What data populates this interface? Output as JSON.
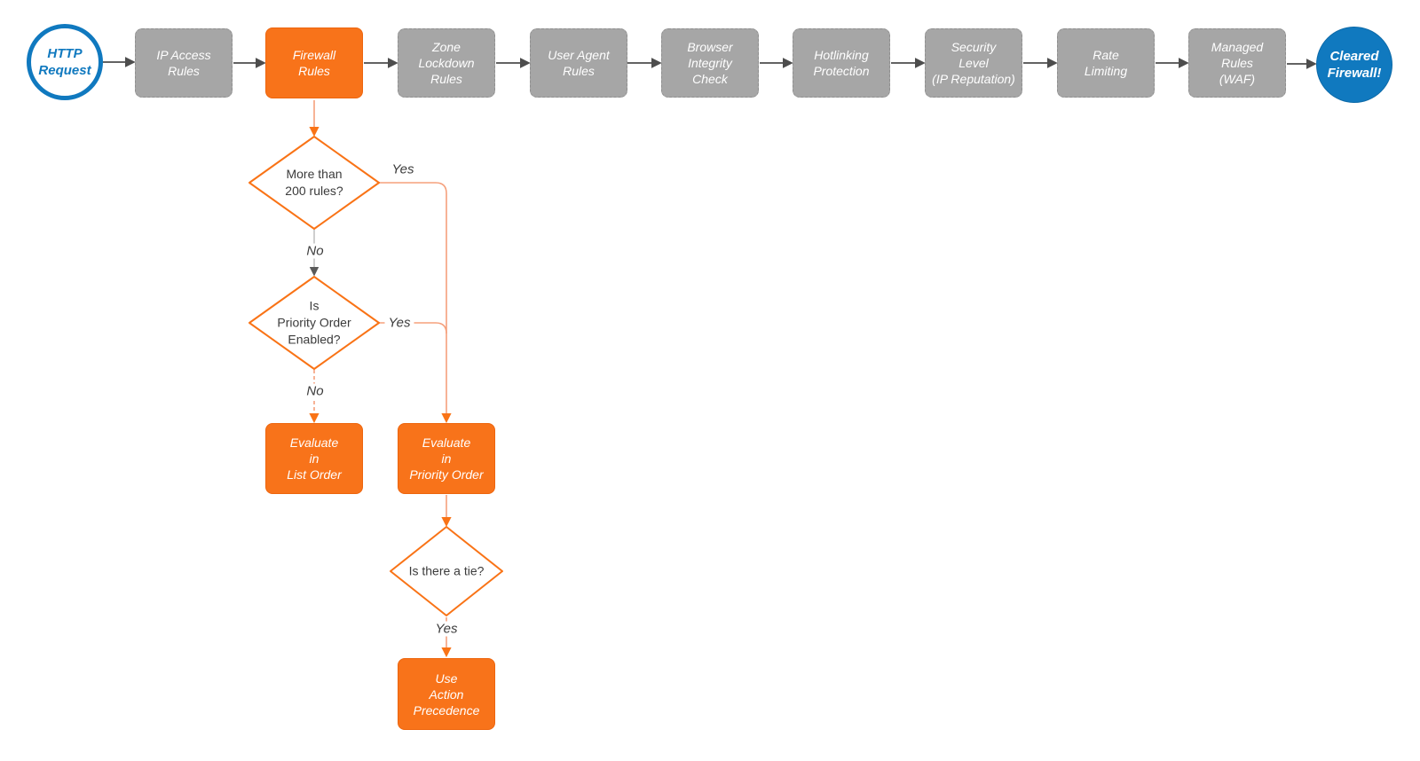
{
  "diagram": {
    "palette": {
      "node_orange": "#F8731A",
      "stroke_orange": "#F97316",
      "connector_salmon": "#F5A07C",
      "node_gray": "#A6A6A6",
      "arrow_dark": "#4D4D4D",
      "brand_blue": "#1079BF",
      "text_dark": "#3B3B3B"
    },
    "start_node": {
      "label": "HTTP\nRequest"
    },
    "pipeline": [
      {
        "label": "IP Access\nRules"
      },
      {
        "label": "Firewall\nRules"
      },
      {
        "label": "Zone\nLockdown\nRules"
      },
      {
        "label": "User Agent\nRules"
      },
      {
        "label": "Browser\nIntegrity\nCheck"
      },
      {
        "label": "Hotlinking\nProtection"
      },
      {
        "label": "Security\nLevel\n(IP Reputation)"
      },
      {
        "label": "Rate\nLimiting"
      },
      {
        "label": "Managed\nRules\n(WAF)"
      }
    ],
    "end_node": {
      "label": "Cleared\nFirewall!"
    },
    "decisions": [
      {
        "label": "More than\n200 rules?"
      },
      {
        "label": "Is\nPriority Order\nEnabled?"
      },
      {
        "label": "Is there a tie?"
      }
    ],
    "actions": [
      {
        "label": "Evaluate\nin\nList Order"
      },
      {
        "label": "Evaluate\nin\nPriority Order"
      },
      {
        "label": "Use\nAction\nPrecedence"
      }
    ],
    "edge_labels": [
      {
        "text": "Yes"
      },
      {
        "text": "No"
      },
      {
        "text": "Yes"
      },
      {
        "text": "No"
      },
      {
        "text": "Yes"
      }
    ]
  }
}
